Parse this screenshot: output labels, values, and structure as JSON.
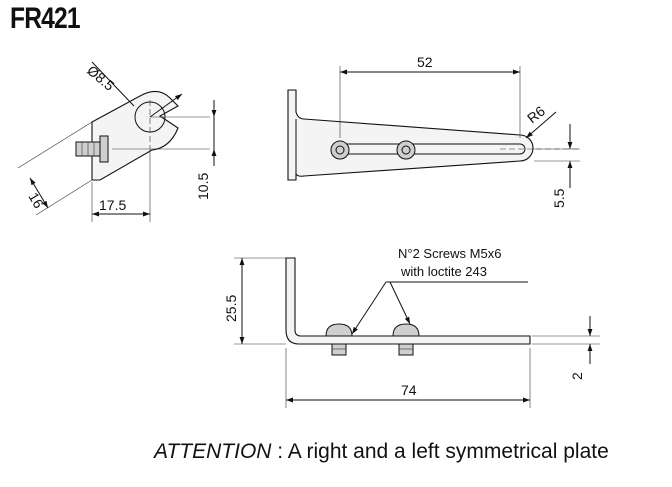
{
  "title": "FR421",
  "dimensions": {
    "hole_diameter": "Ø8.5",
    "side_length": "16",
    "side_width": "17.5",
    "side_height": "10.5",
    "top_length": "52",
    "top_radius": "R6",
    "top_offset": "5.5",
    "front_height": "25.5",
    "front_length": "74",
    "front_thickness": "2"
  },
  "note": {
    "line1": "N°2 Screws M5x6",
    "line2": "with loctite 243"
  },
  "attention": {
    "lead": "ATTENTION",
    "text": " : A right and a left symmetrical plate"
  }
}
